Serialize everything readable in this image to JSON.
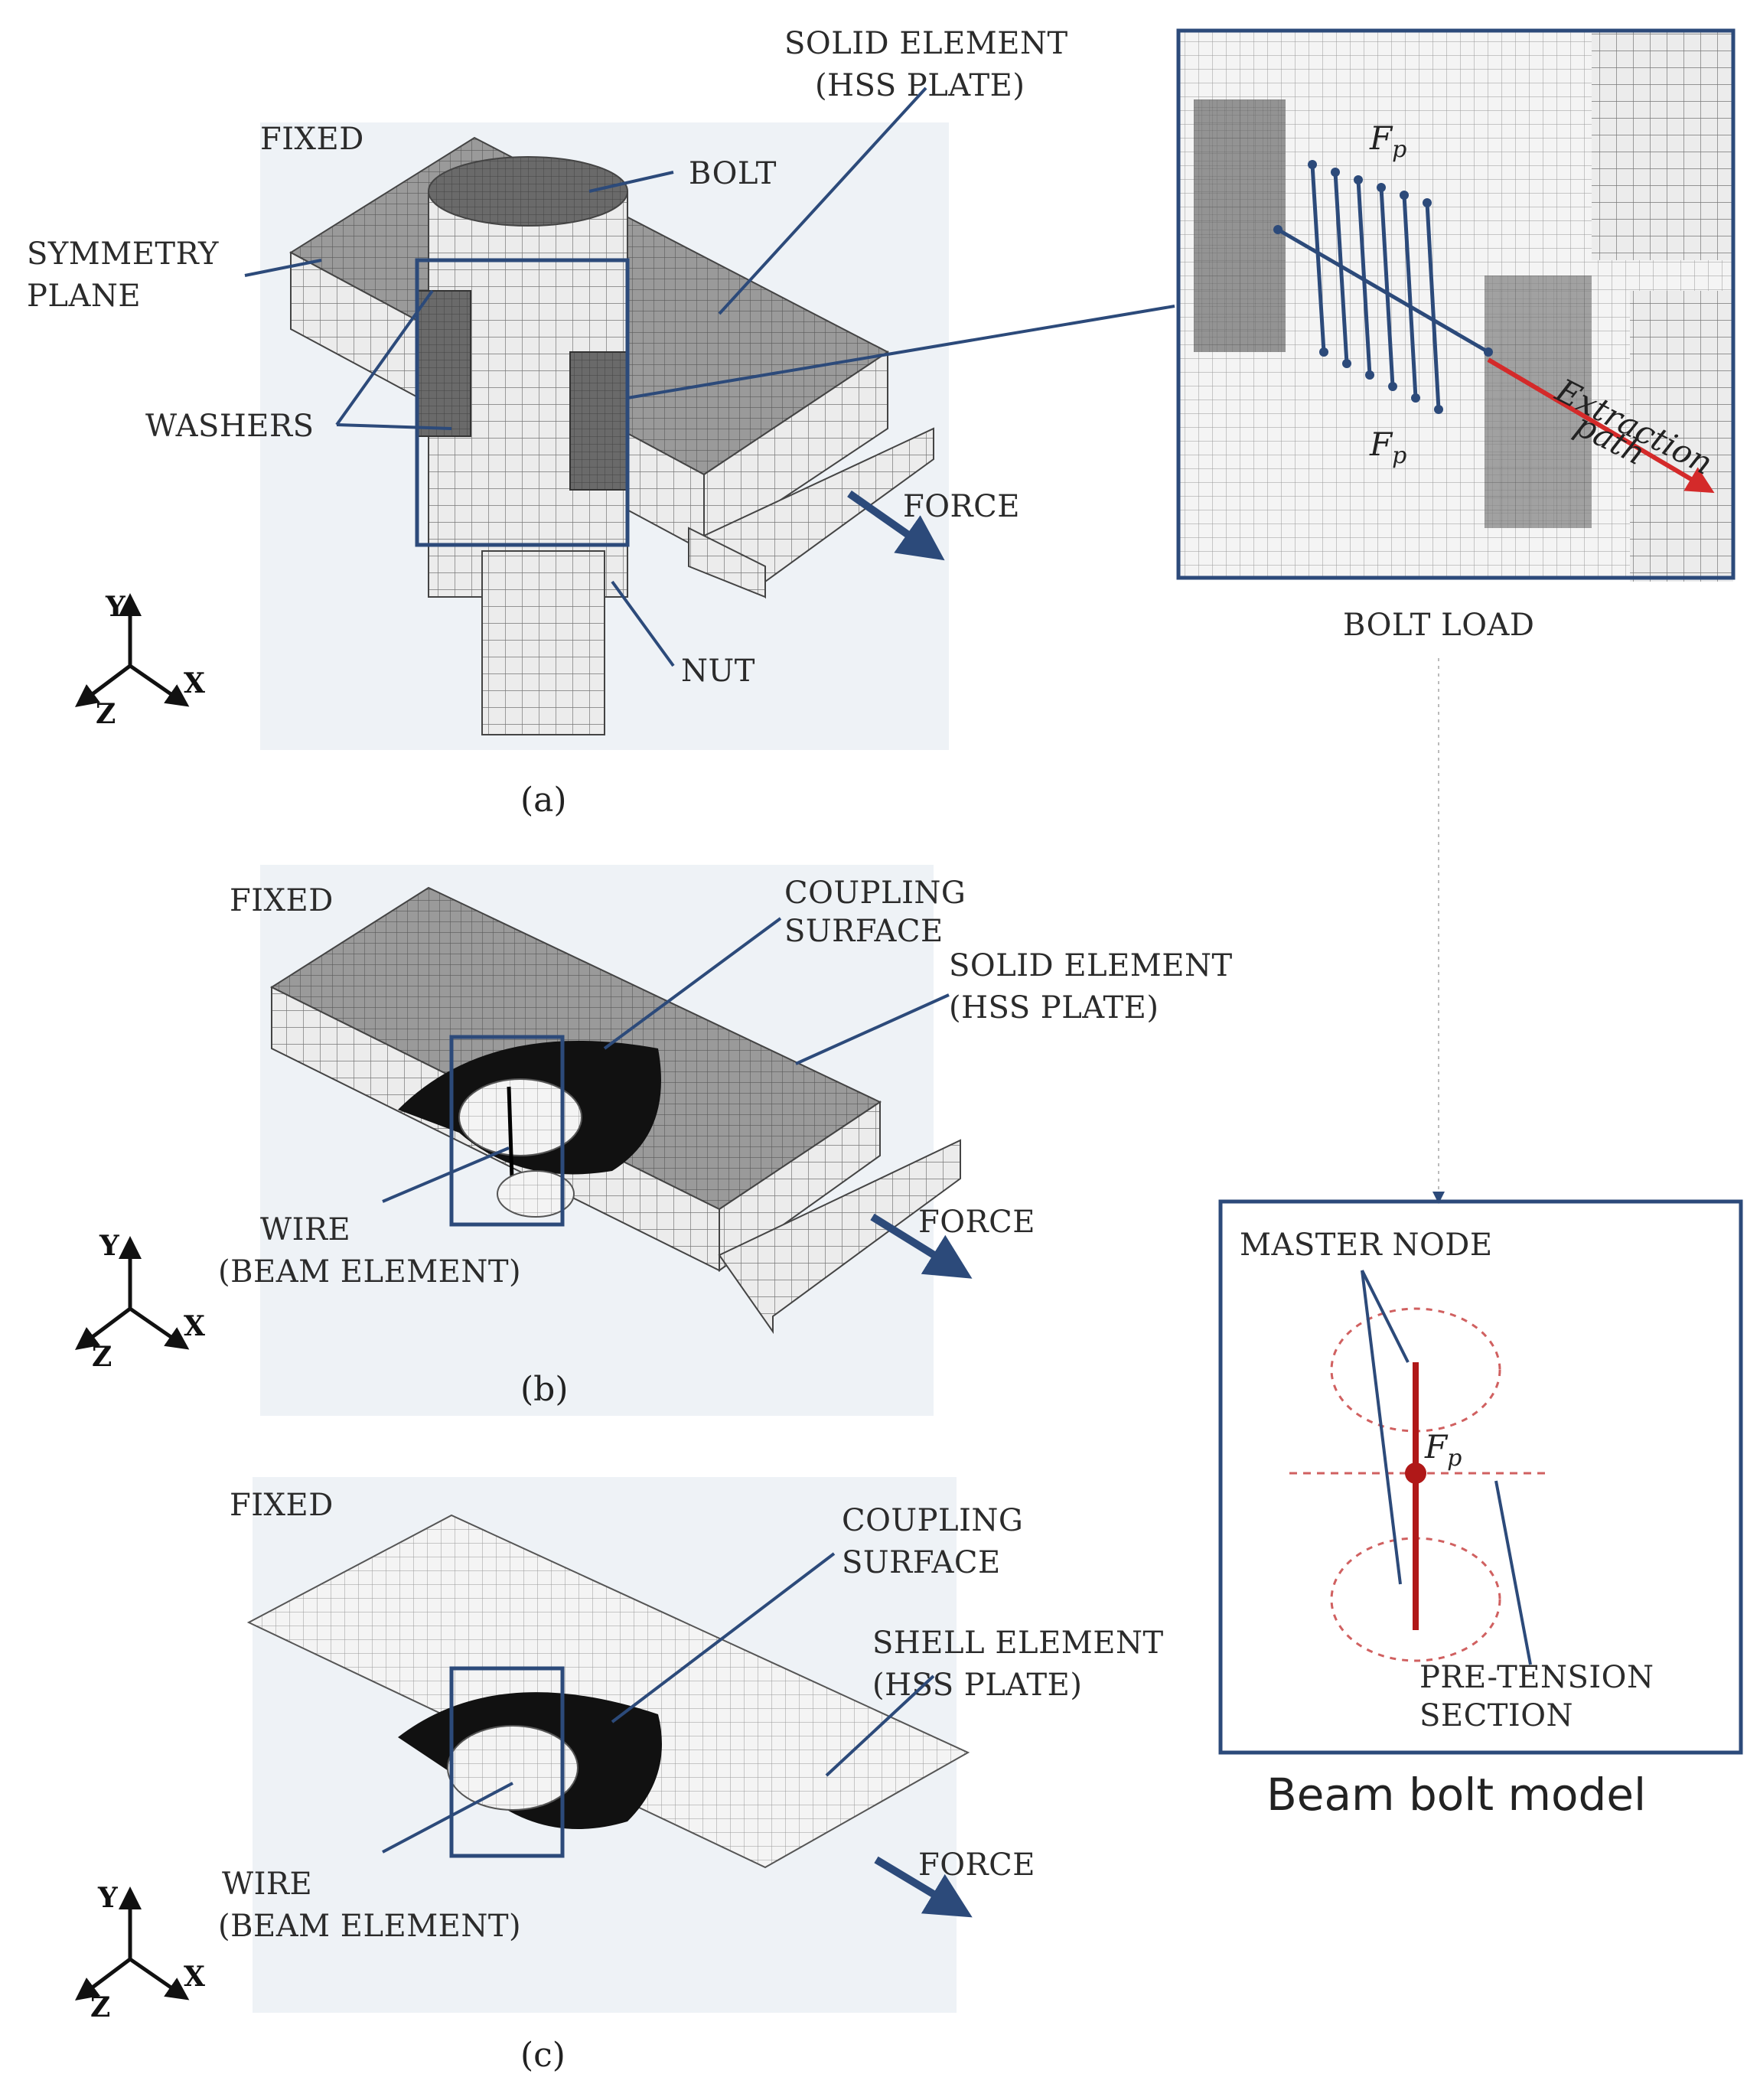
{
  "panel_a": {
    "fixed": "FIXED",
    "solid_element_1": "SOLID ELEMENT",
    "solid_element_2": "(HSS PLATE)",
    "bolt": "BOLT",
    "symmetry_1": "SYMMETRY",
    "symmetry_2": "PLANE",
    "washers": "WASHERS",
    "force": "FORCE",
    "nut": "NUT",
    "caption": "(a)"
  },
  "inset": {
    "fp_top": "F",
    "fp_top_sub": "p",
    "fp_bottom": "F",
    "fp_bottom_sub": "p",
    "extraction_1": "Extraction",
    "extraction_2": "path",
    "bolt_load": "BOLT LOAD"
  },
  "panel_b": {
    "fixed": "FIXED",
    "coupling_1": "COUPLING",
    "coupling_2": "SURFACE",
    "solid_element_1": "SOLID ELEMENT",
    "solid_element_2": "(HSS PLATE)",
    "wire_1": "WIRE",
    "wire_2": "(BEAM ELEMENT)",
    "force": "FORCE",
    "caption": "(b)"
  },
  "panel_c": {
    "fixed": "FIXED",
    "coupling_1": "COUPLING",
    "coupling_2": "SURFACE",
    "shell_element_1": "SHELL ELEMENT",
    "shell_element_2": "(HSS PLATE)",
    "wire_1": "WIRE",
    "wire_2": "(BEAM ELEMENT)",
    "force": "FORCE",
    "caption": "(c)"
  },
  "beam_model": {
    "master_node": "MASTER NODE",
    "fp": "F",
    "fp_sub": "p",
    "pretension_1": "PRE-TENSION",
    "pretension_2": "SECTION",
    "caption": "Beam bolt model"
  },
  "axes": {
    "y": "Y",
    "x": "X",
    "z": "Z"
  },
  "colors": {
    "leader": "#2c4a7a",
    "extraction": "#d42a2a",
    "beam_red": "#b01818",
    "dash_red": "#d06060"
  }
}
